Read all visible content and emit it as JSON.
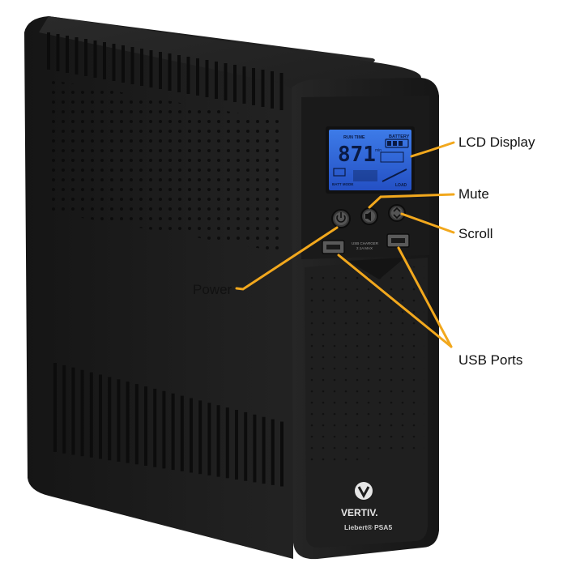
{
  "product": {
    "brand": "VERTIV.",
    "model": "Liebert® PSA5"
  },
  "lcd": {
    "top_left": "RUN TIME",
    "top_right": "BATTERY",
    "digits": "871",
    "unit": "min",
    "bottom_left": "BATT MODE",
    "bottom_right": "LOAD"
  },
  "usb_label": {
    "line1": "USB CHARGER",
    "line2": "2.1A MAX"
  },
  "callouts": {
    "lcd_display": "LCD Display",
    "mute": "Mute",
    "scroll": "Scroll",
    "power": "Power",
    "usb_ports": "USB Ports"
  },
  "colors": {
    "callout_line": "#f2a81d",
    "lcd_blue": "#2d63d8",
    "body": "#1c1c1c"
  }
}
